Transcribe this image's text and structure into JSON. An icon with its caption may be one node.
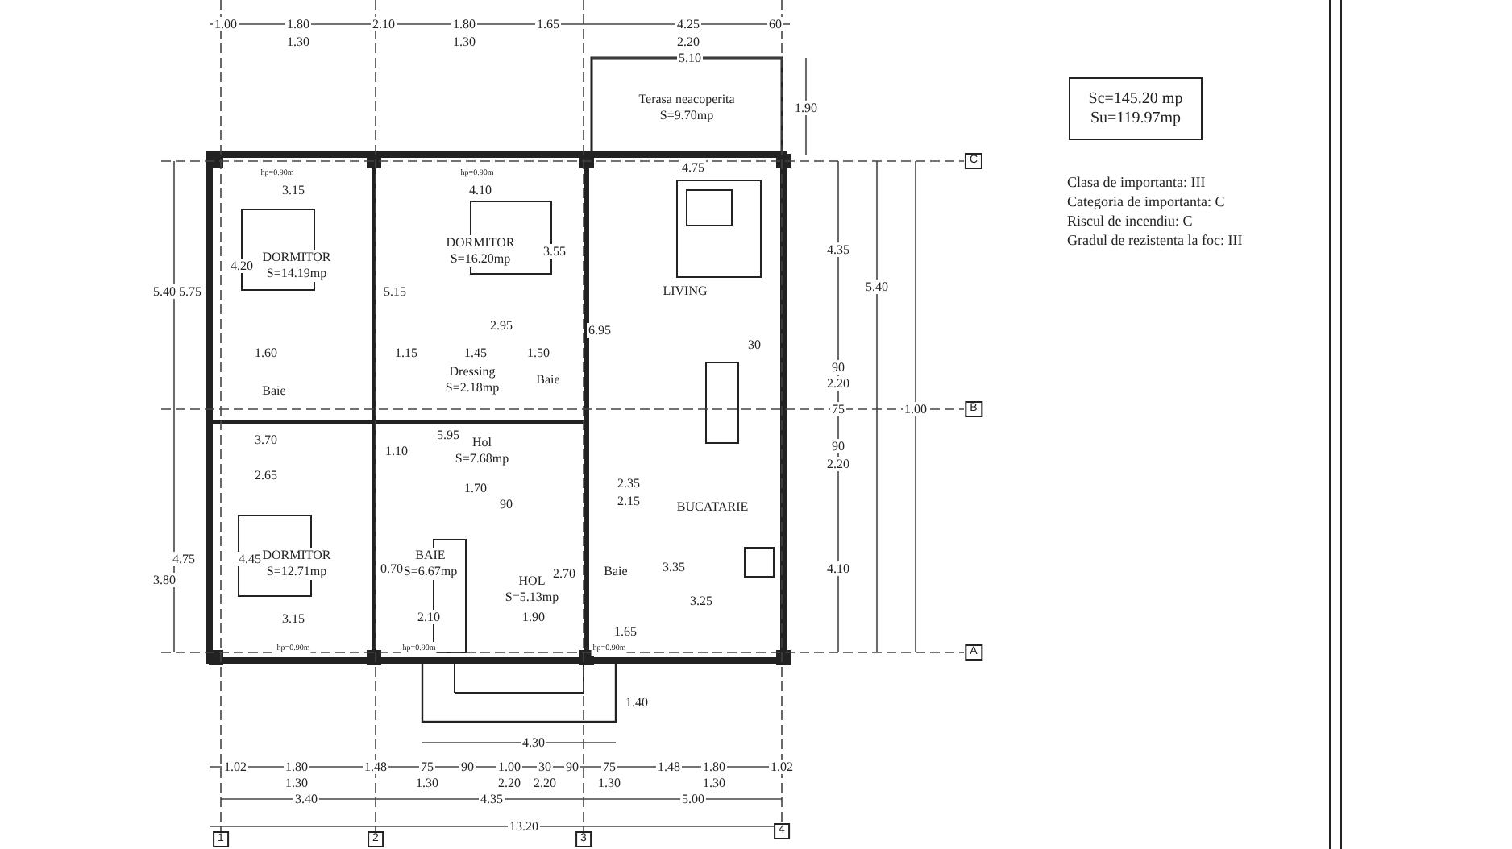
{
  "diagram": {
    "nodes": [
      {
        "text": [
          "Terasa neacoperita",
          "S=9.70mp"
        ]
      },
      {
        "text": [
          "DORMITOR",
          "S=14.19mp"
        ]
      },
      {
        "text": [
          "DORMITOR",
          "S=16.20mp"
        ]
      },
      {
        "text": [
          "LIVING"
        ]
      },
      {
        "text": [
          "Dressing",
          "S=2.18mp"
        ]
      },
      {
        "text": [
          "Baie"
        ]
      },
      {
        "text": [
          "Baie"
        ]
      },
      {
        "text": [
          "Hol",
          "S=7.68mp"
        ]
      },
      {
        "text": [
          "DORMITOR",
          "S=12.71mp"
        ]
      },
      {
        "text": [
          "BAIE",
          "S=6.67mp"
        ]
      },
      {
        "text": [
          "HOL",
          "S=5.13mp"
        ]
      },
      {
        "text": [
          "Baie"
        ]
      },
      {
        "text": [
          "BUCATARIE"
        ]
      },
      {
        "text": [
          "Sc=145.20 mp",
          "Su=119.97mp"
        ]
      }
    ],
    "labels": [
      "1.00",
      "1.80",
      "2.10",
      "1.80",
      "1.65",
      "4.25",
      "60",
      "1.30",
      "1.30",
      "2.20",
      "5.10",
      "1.90",
      "hp=0.90m",
      "hp=0.90m",
      "3.15",
      "4.10",
      "4.75",
      "4.20",
      "3.55",
      "5.40",
      "5.75",
      "5.15",
      "2.95",
      "1.60",
      "1.15",
      "1.45",
      "1.50",
      "6.95",
      "30",
      "4.35",
      "5.40",
      "90",
      "2.20",
      "75",
      "1.00",
      "90",
      "2.20",
      "4.10",
      "3.70",
      "5.95",
      "1.10",
      "2.65",
      "1.70",
      "90",
      "2.35",
      "2.15",
      "4.75",
      "3.80",
      "4.45",
      "0.70",
      "2.70",
      "3.35",
      "3.15",
      "2.10",
      "1.90",
      "1.65",
      "3.25",
      "hp=0.90m",
      "hp=0.90m",
      "hp=0.90m",
      "1.40",
      "4.30",
      "1.02",
      "1.80",
      "1.48",
      "75",
      "90",
      "1.00",
      "30",
      "90",
      "75",
      "1.48",
      "1.80",
      "1.02",
      "1.30",
      "1.30",
      "2.20",
      "2.20",
      "1.30",
      "1.30",
      "3.40",
      "4.35",
      "5.00",
      "13.20",
      "C",
      "B",
      "A",
      "1",
      "2",
      "3",
      "4",
      "Clasa de importanta: III",
      "Categoria de importanta: C",
      "Riscul de incendiu: C",
      "Gradul de rezistenta la foc: III"
    ]
  }
}
